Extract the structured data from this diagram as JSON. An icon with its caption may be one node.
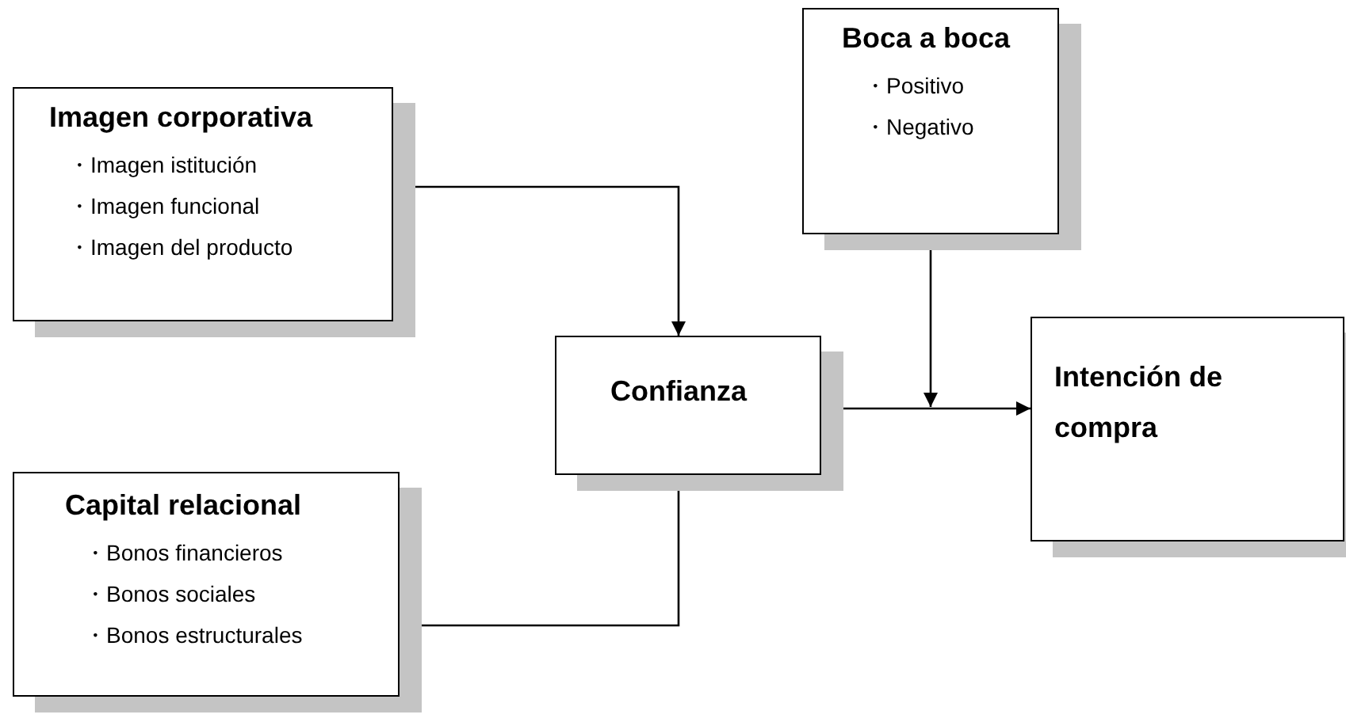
{
  "diagram": {
    "nodes": [
      {
        "text": [
          "Imagen corporativa",
          "・Imagen istitución",
          "・Imagen funcional",
          "・Imagen del producto"
        ]
      },
      {
        "text": [
          "Boca a boca",
          "・Positivo",
          "・Negativo"
        ]
      },
      {
        "text": [
          "Confianza"
        ]
      },
      {
        "text": [
          "Intención de compra"
        ]
      },
      {
        "text": [
          "Capital relacional",
          "・Bonos financieros",
          "・Bonos sociales",
          "・Bonos estructurales"
        ]
      }
    ],
    "edges": [
      {
        "from": 0,
        "to": 2,
        "arrow": "to"
      },
      {
        "from": 4,
        "to": 2,
        "arrow": "to"
      },
      {
        "from": 2,
        "to": 3,
        "arrow": "to"
      },
      {
        "from": 1,
        "to": null,
        "arrow": "to"
      }
    ]
  }
}
